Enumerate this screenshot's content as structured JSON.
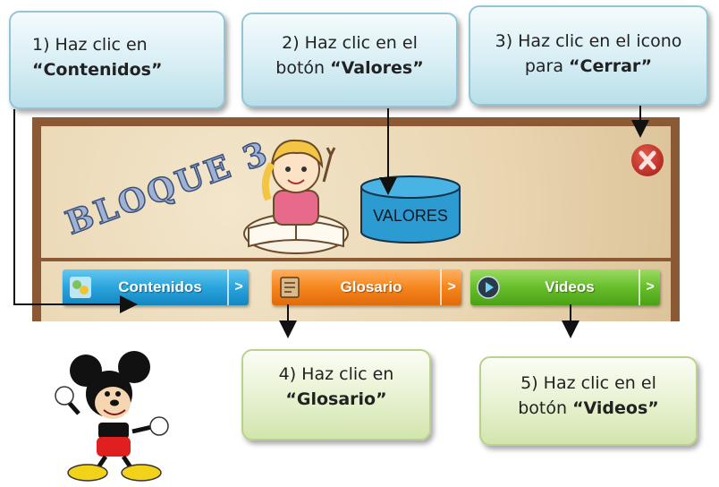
{
  "callouts": {
    "c1": {
      "line1": "1) Haz clic en",
      "bold": "“Contenidos”"
    },
    "c2": {
      "line1": "2) Haz clic en el",
      "line2_prefix": "botón ",
      "bold": "“Valores”"
    },
    "c3": {
      "line1": "3) Haz clic en el icono",
      "line2_prefix": "para ",
      "bold": "“Cerrar”"
    },
    "c4": {
      "line1": "4) Haz clic en",
      "bold": "“Glosario”"
    },
    "c5": {
      "line1": "5) Haz clic en el",
      "line2_prefix": "botón ",
      "bold": "“Videos”"
    }
  },
  "app": {
    "header_title": "BLOQUE 3",
    "valores_label": "VALORES",
    "close_icon": "close-x-icon",
    "nav": {
      "contenidos": "Contenidos",
      "glosario": "Glosario",
      "videos": "Videos",
      "arrow": ">"
    }
  },
  "colors": {
    "frame": "#8b5a34",
    "contenidos": "#2aa4dd",
    "glosario": "#f6861e",
    "videos": "#67be2b",
    "valores": "#2b9bd1",
    "close": "#c0291f"
  }
}
